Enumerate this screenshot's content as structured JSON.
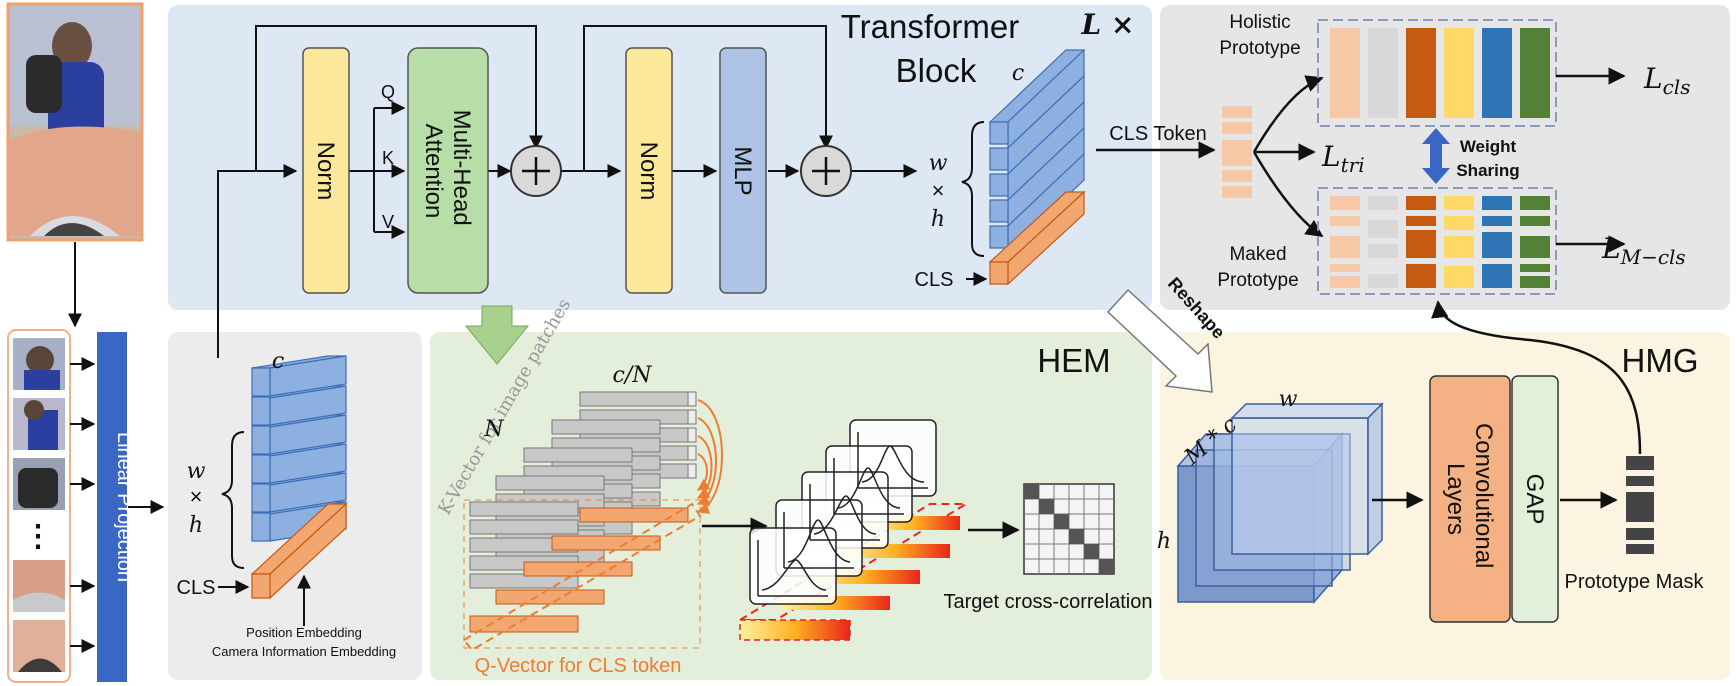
{
  "transformer": {
    "title_line1": "Transformer",
    "title_line2": "Block",
    "repeat": "L ×",
    "norm1": "Norm",
    "mha": "Multi-Head Attention",
    "q": "Q",
    "k": "K",
    "v": "V",
    "norm2": "Norm",
    "mlp": "MLP",
    "tensor_c": "c",
    "tensor_w": "w",
    "tensor_x": "×",
    "tensor_h": "h",
    "cls": "CLS",
    "cls_token": "CLS Token"
  },
  "input": {
    "linear_projection": "Linear Projection",
    "ellipsis": "⋮",
    "emb_c": "c",
    "emb_w": "w",
    "emb_x": "×",
    "emb_h": "h",
    "emb_cls": "CLS",
    "position_embedding": "Position Embedding",
    "camera_embedding": "Camera Information Embedding"
  },
  "hem": {
    "title": "HEM",
    "c_over_n": "c/N",
    "n": "N",
    "k_vector": "K-Vector for image patches",
    "q_vector": "Q-Vector for CLS token",
    "target": "Target cross-correlation"
  },
  "prototype": {
    "holistic_line1": "Holistic",
    "holistic_line2": "Prototype",
    "masked_line1": "Maked",
    "masked_line2": "Prototype",
    "l_cls": "L",
    "l_cls_sub": "cls",
    "l_tri": "L",
    "l_tri_sub": "tri",
    "l_mcls": "L",
    "l_mcls_sub": "M−cls",
    "weight_sharing_line1": "Weight",
    "weight_sharing_line2": "Sharing",
    "reshape": "Reshape"
  },
  "hmg": {
    "title": "HMG",
    "mc": "M * c",
    "w": "w",
    "h": "h",
    "conv_line1": "Convolutional",
    "conv_line2": "Layers",
    "gap": "GAP",
    "prototype_mask": "Prototype Mask"
  },
  "colors": {
    "transformer_bg": "#dde8f4",
    "hem_bg": "#e3eedb",
    "proto_bg": "#e6e6e6",
    "hmg_bg": "#fbf4e1",
    "embed_bg": "#ececec",
    "norm": "#fce89a",
    "mha": "#b7dea6",
    "mlp": "#aec4e6",
    "patch_blue": "#8eb0e0",
    "cls_orange": "#f2a771",
    "proto": [
      "#f6c8a5",
      "#d8d8d8",
      "#c55a11",
      "#ffd966",
      "#2e75b6",
      "#538135"
    ],
    "linear_proj": "#3a66c4",
    "conv": "#f4b183"
  }
}
